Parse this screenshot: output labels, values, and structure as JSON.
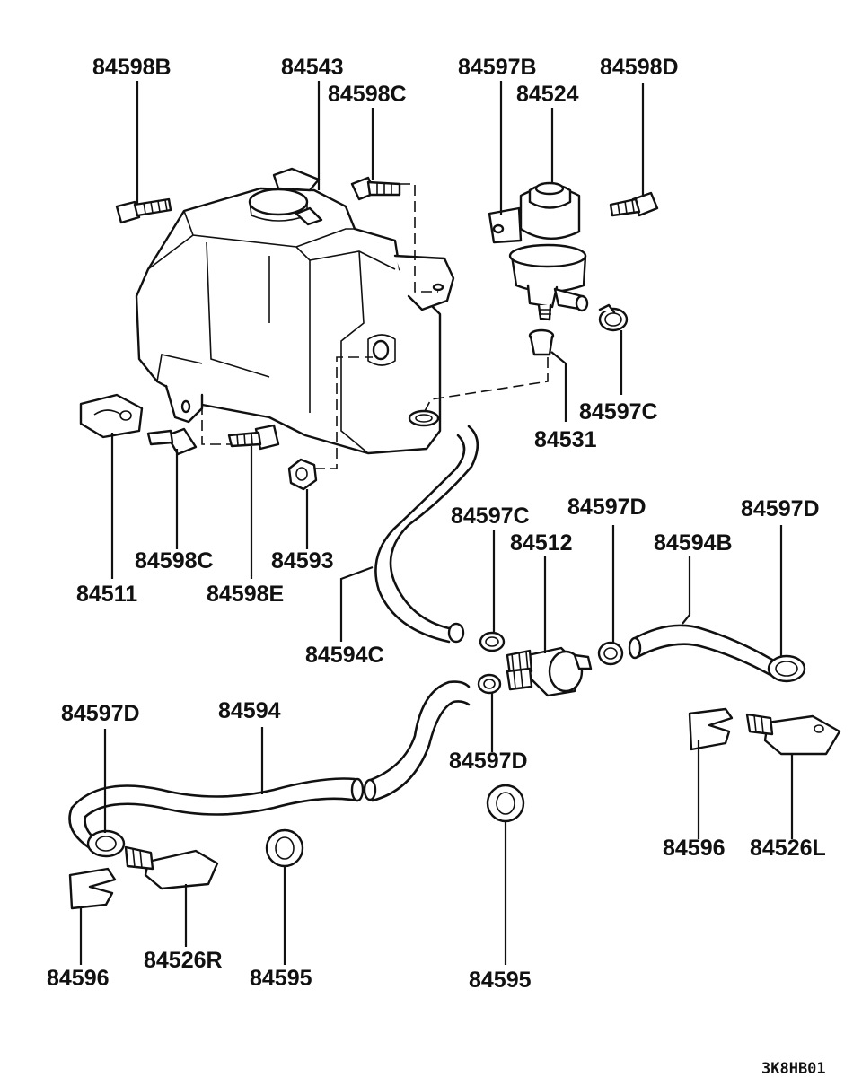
{
  "labels": {
    "l84598B": "84598B",
    "l84543": "84543",
    "l84598C_top": "84598C",
    "l84597B": "84597B",
    "l84524": "84524",
    "l84598D": "84598D",
    "l84597C_right": "84597C",
    "l84531": "84531",
    "l84598C_left": "84598C",
    "l84593": "84593",
    "l84511": "84511",
    "l84598E": "84598E",
    "l84594C": "84594C",
    "l84597C_mid": "84597C",
    "l84512": "84512",
    "l84597D_mid": "84597D",
    "l84597D_right": "84597D",
    "l84594B": "84594B",
    "l84597D_left": "84597D",
    "l84594": "84594",
    "l84597D_lower": "84597D",
    "l84596_right": "84596",
    "l84526L": "84526L",
    "l84596_left": "84596",
    "l84526R": "84526R",
    "l84595_left": "84595",
    "l84595_mid": "84595"
  },
  "diagram_code": "3K8HB01"
}
